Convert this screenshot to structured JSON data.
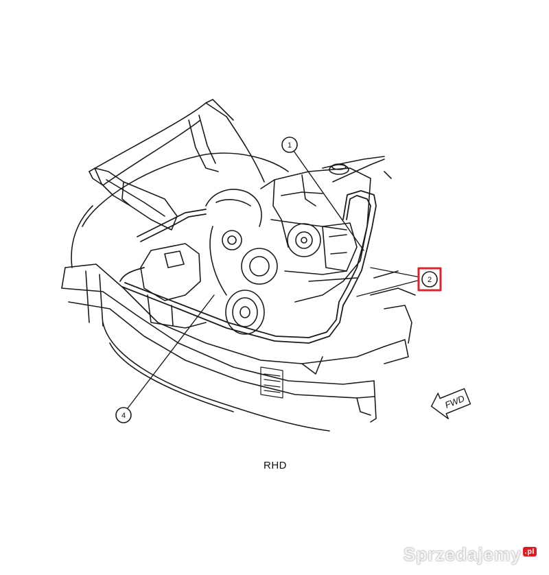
{
  "diagram": {
    "callouts": [
      {
        "id": "1",
        "label": "1"
      },
      {
        "id": "2",
        "label": "2"
      },
      {
        "id": "4",
        "label": "4"
      }
    ],
    "fwd_label": "FWD",
    "caption": "RHD",
    "highlight_color": "#d8242c"
  },
  "watermark": {
    "text": "Sprzedajemy",
    "badge": ".pl"
  }
}
